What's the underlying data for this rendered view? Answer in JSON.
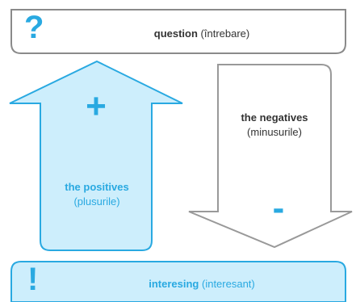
{
  "question": {
    "mark": "?",
    "word": "question",
    "translation": "(întrebare)"
  },
  "positives": {
    "symbol": "+",
    "title": "the positives",
    "translation": "(plusurile)"
  },
  "negatives": {
    "symbol": "-",
    "title": "the negatives",
    "translation": "(minusurile)"
  },
  "interesting": {
    "mark": "!",
    "word": "interesing",
    "translation": "(interesant)"
  },
  "colors": {
    "accent": "#29a9e1",
    "fill_light": "#cdeefc",
    "border_gray": "#999999"
  }
}
